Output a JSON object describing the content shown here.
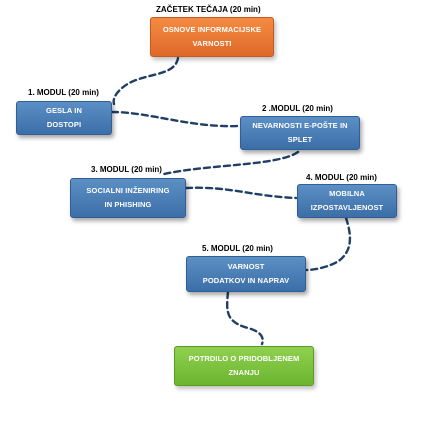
{
  "start": {
    "caption": "ZAČETEK TEČAJA (20 min)",
    "line1": "OSNOVE INFORMACIJSKE",
    "line2": "VARNOSTI"
  },
  "modules": [
    {
      "caption": "1. MODUL (20 min)",
      "line1": "GESLA IN",
      "line2": "DOSTOPI"
    },
    {
      "caption": "2 .MODUL (20 min)",
      "line1": "NEVARNOSTI E-POŠTE IN",
      "line2": "SPLET"
    },
    {
      "caption": "3. MODUL (20 min)",
      "line1": "SOCIALNI INŽENIRING",
      "line2": "IN PHISHING"
    },
    {
      "caption": "4. MODUL (20 min)",
      "line1": "MOBILNA",
      "line2": "IZPOSTAVLJENOST"
    },
    {
      "caption": "5. MODUL (20 min)",
      "line1": "VARNOST",
      "line2": "PODATKOV IN NAPRAV"
    }
  ],
  "end": {
    "line1": "POTRDILO O PRIDOBLJENEM",
    "line2": "ZNANJU"
  },
  "colors": {
    "start": "#f07a38",
    "module": "#4a7fb8",
    "end": "#7cc242",
    "connector": "#1f3f66"
  }
}
